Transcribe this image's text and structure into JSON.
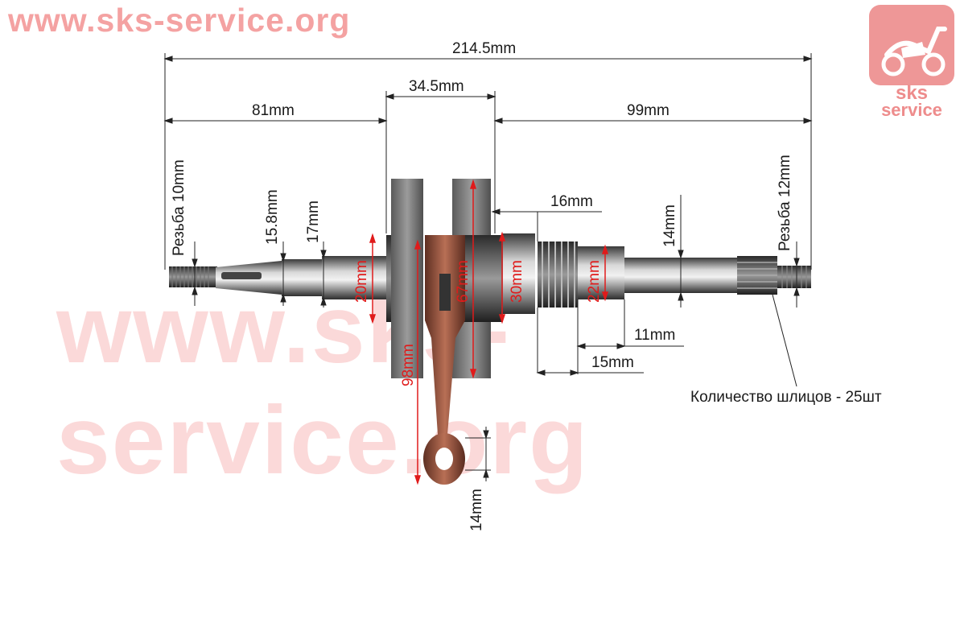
{
  "watermark": {
    "url_top": "www.sks-service.org",
    "url_middle": "www.sks-service.org",
    "logo_line1": "sks",
    "logo_line2": "service"
  },
  "dimensions": {
    "total_length": "214.5mm",
    "left_length": "81mm",
    "web_width": "34.5mm",
    "right_length": "99mm",
    "left_thread": "Резьба 10mm",
    "right_thread": "Резьба 12mm",
    "taper_diameter": "15.8mm",
    "shaft_diameter_left": "17mm",
    "bearing_left_diameter": "20mm",
    "web_diameter": "67mm",
    "bearing_right_diameter": "30mm",
    "collar_diameter": "22mm",
    "thread_length": "16mm",
    "shaft_diameter_right": "14mm",
    "step_11": "11mm",
    "step_15": "15mm",
    "rod_length": "98mm",
    "small_end_diameter": "14mm",
    "splines": "Количество шлицов - 25шт"
  },
  "colors": {
    "dimension_line": "#222222",
    "red_dimension": "#e01b1b",
    "watermark": "#f4a2a2",
    "steel_dark": "#3c3c3c",
    "steel_light": "#c9c9c9",
    "rod_copper": "#8a4a36"
  }
}
